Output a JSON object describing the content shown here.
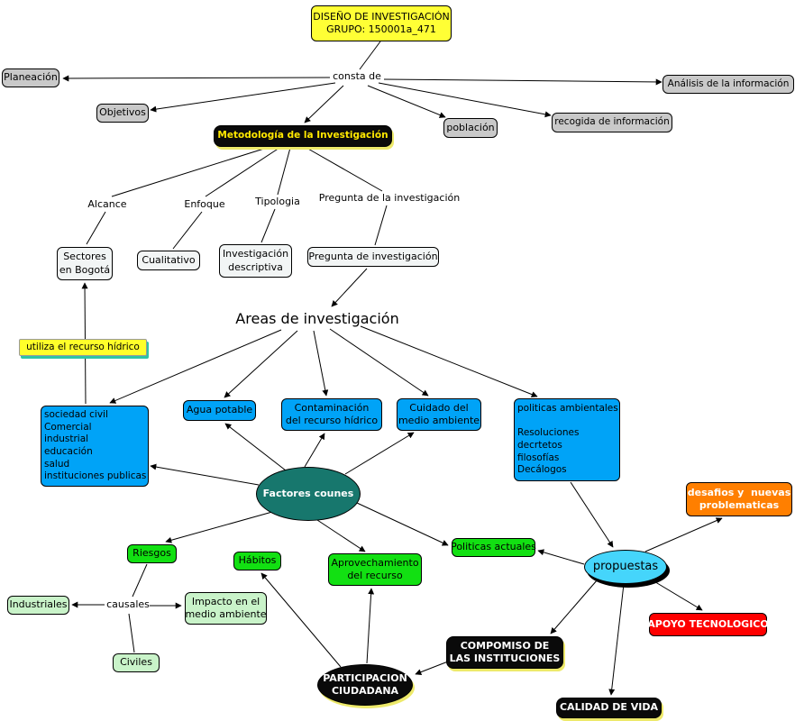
{
  "palette": {
    "title_yellow": "#ffff35",
    "box_gray": "#c9c9c9",
    "box_blue": "#00a3f7",
    "box_green": "#12e012",
    "box_pale_green": "#c9f3c9",
    "ellipse_teal": "#17776d",
    "ellipse_cyan": "#45d5fb",
    "box_orange": "#ff7f00",
    "box_red": "#fe0000",
    "box_black": "#0a0a0a",
    "highlight_yellow": "#ffff2a"
  },
  "nodes": {
    "title": "DISEÑO DE INVESTIGACIÓN\nGRUPO: 150001a_471",
    "consta_de": "consta de",
    "planeacion": "Planeación",
    "objetivos": "Objetivos",
    "metodologia": "Metodología de la Investigación",
    "poblacion": "población",
    "recogida": "recogida de información",
    "analisis": "Análisis de la información",
    "alcance": "Alcance",
    "enfoque": "Enfoque",
    "tipologia": "Tipologia",
    "pregunta_label": "Pregunta de la investigación",
    "sectores": "Sectores\nen Bogotá",
    "cualitativo": "Cualitativo",
    "inv_descriptiva": "Investigación\ndescriptiva",
    "pregunta_box": "Pregunta de investigación",
    "areas": "Areas de investigación",
    "utiliza": "utiliza el recurso hídrico",
    "sociedad": "sociedad civil\nComercial\nindustrial\neducación\nsalud\ninstituciones publicas",
    "agua": "Agua potable",
    "contaminacion": "Contaminación\ndel recurso hídrico",
    "cuidado": "Cuidado del\nmedio ambiente",
    "politicas_amb": "politicas ambientales\n\nResoluciones\ndecrtetos\nfilosofías\nDecálogos",
    "factores": "Factores counes",
    "riesgos": "Riesgos",
    "habitos": "Hábitos",
    "aprovechamiento": "Aprovechamiento\ndel recurso",
    "politicas_act": "Politicas actuales",
    "propuestas": "propuestas",
    "desafios": "desafios y  nuevas\nproblematicas",
    "industriales": "Industriales",
    "causales": "causales",
    "impacto": "Impacto en el\nmedio ambiente",
    "civiles": "Civiles",
    "apoyo": "APOYO TECNOLOGICO",
    "compomiso": "COMPOMISO DE\nLAS INSTITUCIONES",
    "participacion": "PARTICIPACION\nCIUDADANA",
    "calidad": "CALIDAD DE VIDA"
  }
}
